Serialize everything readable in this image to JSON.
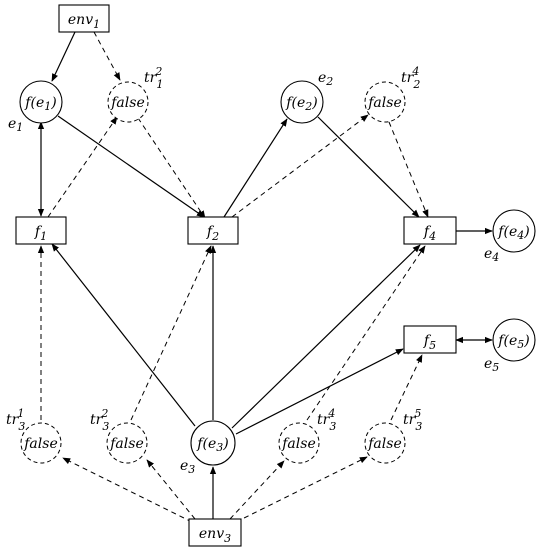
{
  "nodes": {
    "env1": {
      "text": "env",
      "sub": "1"
    },
    "env3": {
      "text": "env",
      "sub": "3"
    },
    "f1": {
      "text": "f",
      "sub": "1"
    },
    "f2": {
      "text": "f",
      "sub": "2"
    },
    "f4": {
      "text": "f",
      "sub": "4"
    },
    "f5": {
      "text": "f",
      "sub": "5"
    },
    "fe1": {
      "pre": "f(e",
      "sub": "1",
      "post": ")",
      "label": "e",
      "label_sub": "1"
    },
    "fe2": {
      "pre": "f(e",
      "sub": "2",
      "post": ")",
      "label": "e",
      "label_sub": "2"
    },
    "fe3": {
      "pre": "f(e",
      "sub": "3",
      "post": ")",
      "label": "e",
      "label_sub": "3"
    },
    "fe4": {
      "pre": "f(e",
      "sub": "4",
      "post": ")",
      "label": "e",
      "label_sub": "4"
    },
    "fe5": {
      "pre": "f(e",
      "sub": "5",
      "post": ")",
      "label": "e",
      "label_sub": "5"
    },
    "tr12": {
      "text": "false",
      "label": "tr",
      "label_sub": "1",
      "label_sup": "2"
    },
    "tr24": {
      "text": "false",
      "label": "tr",
      "label_sub": "2",
      "label_sup": "4"
    },
    "tr31": {
      "text": "false",
      "label": "tr",
      "label_sub": "3",
      "label_sup": "1"
    },
    "tr32": {
      "text": "false",
      "label": "tr",
      "label_sub": "3",
      "label_sup": "2"
    },
    "tr34": {
      "text": "false",
      "label": "tr",
      "label_sub": "3",
      "label_sup": "4"
    },
    "tr35": {
      "text": "false",
      "label": "tr",
      "label_sub": "3",
      "label_sup": "5"
    }
  }
}
